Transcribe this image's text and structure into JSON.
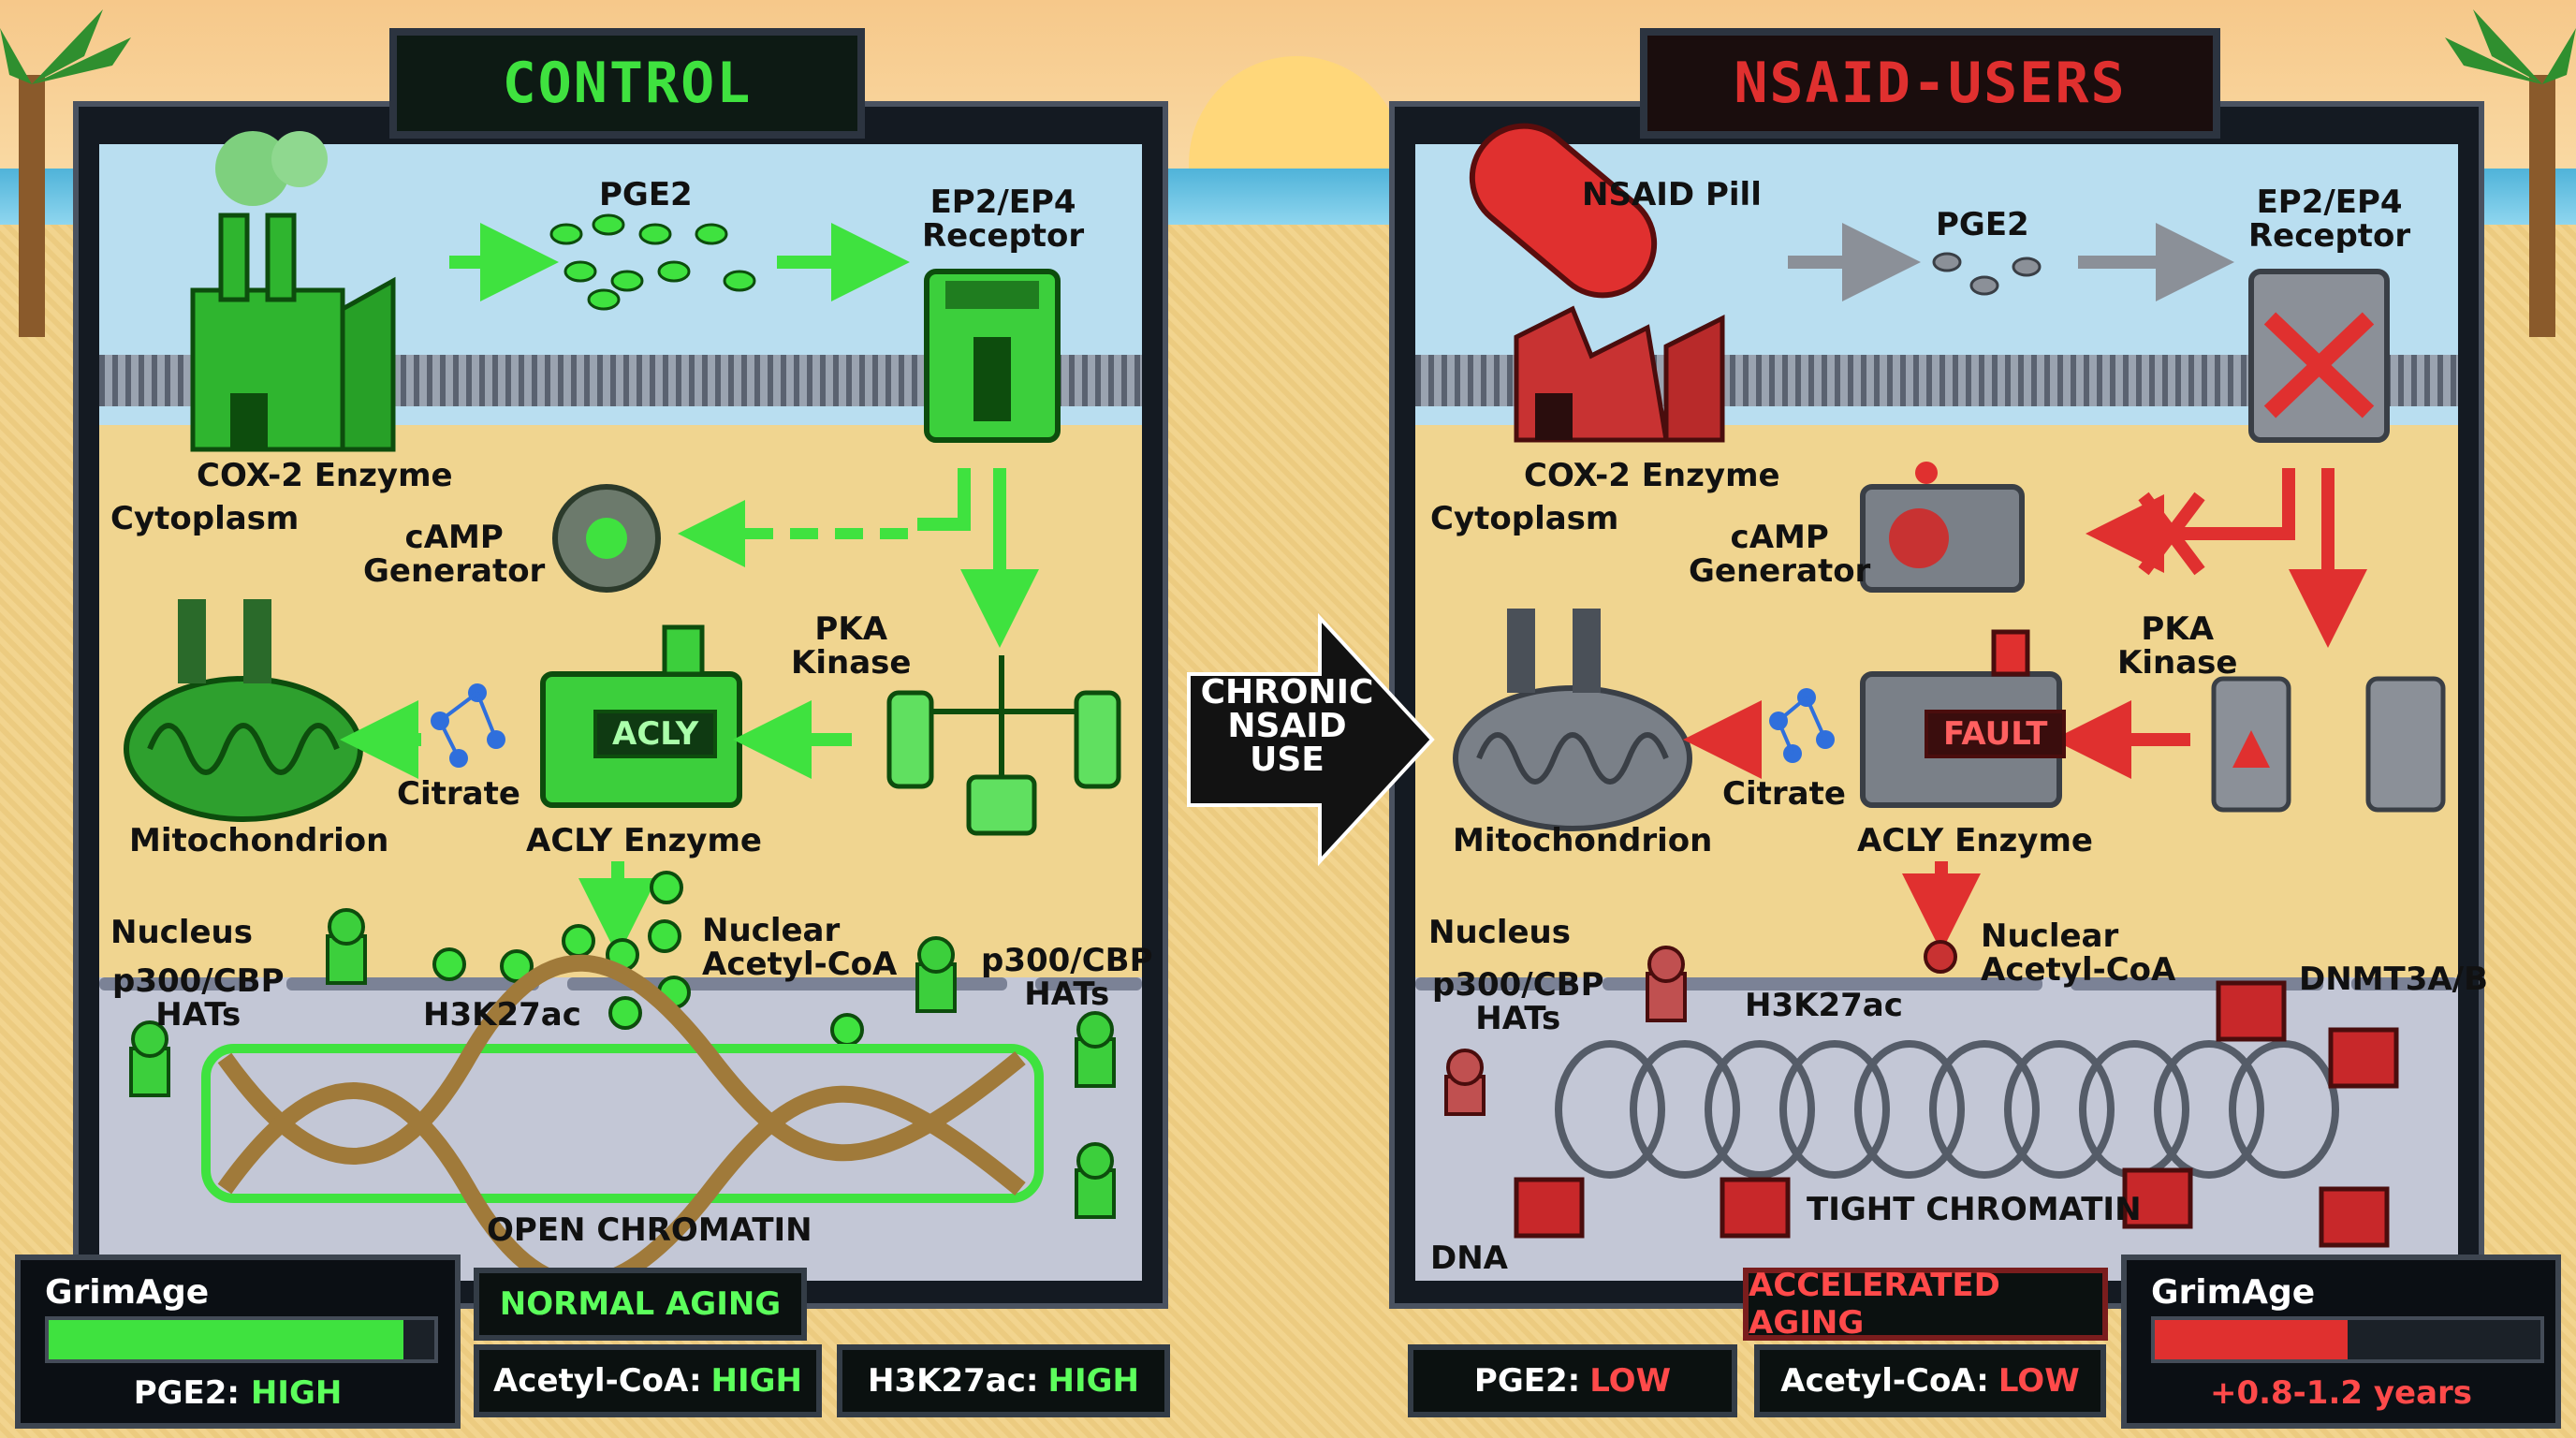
{
  "colors": {
    "control": "#3fe23f",
    "nsaid": "#e0302f",
    "neutral": "#808890",
    "control_text": "#55ff55",
    "nsaid_text": "#ff4040"
  },
  "center": {
    "label": "CHRONIC\nNSAID\nUSE"
  },
  "control": {
    "title": "CONTROL",
    "cox2": "COX-2 Enzyme",
    "pge2": "PGE2",
    "receptor": "EP2/EP4\nReceptor",
    "cytoplasm": "Cytoplasm",
    "camp": "cAMP\nGenerator",
    "pka": "PKA\nKinase",
    "acly_screen": "ACLY",
    "acly": "ACLY Enzyme",
    "citrate": "Citrate",
    "mito": "Mitochondrion",
    "nucleus": "Nucleus",
    "hats_left": "p300/CBP\nHATs",
    "h3k27ac": "H3K27ac",
    "nuclear_acoa": "Nuclear\nAcetyl-CoA",
    "hats_right": "p300/CBP\nHATs",
    "chromatin": "OPEN CHROMATIN"
  },
  "nsaid": {
    "title": "NSAID-USERS",
    "pill": "NSAID Pill",
    "cox2": "COX-2 Enzyme",
    "pge2": "PGE2",
    "receptor": "EP2/EP4\nReceptor",
    "cytoplasm": "Cytoplasm",
    "camp": "cAMP\nGenerator",
    "pka": "PKA\nKinase",
    "acly_screen": "FAULT",
    "acly": "ACLY Enzyme",
    "citrate": "Citrate",
    "mito": "Mitochondrion",
    "nucleus": "Nucleus",
    "hats": "p300/CBP\nHATs",
    "h3k27ac": "H3K27ac",
    "nuclear_acoa": "Nuclear\nAcetyl-CoA",
    "dnmt": "DNMT3A/B",
    "chromatin": "TIGHT CHROMATIN",
    "dna": "DNA"
  },
  "stats": {
    "grim_left": {
      "name": "GrimAge",
      "key": "PGE2:",
      "val": "HIGH",
      "level": 0.92
    },
    "normal_aging": "NORMAL AGING",
    "acoa_left": {
      "key": "Acetyl-CoA:",
      "val": "HIGH"
    },
    "h3_left": {
      "key": "H3K27ac:",
      "val": "HIGH"
    },
    "pge2_right": {
      "key": "PGE2:",
      "val": "LOW"
    },
    "accel_aging": "ACCELERATED AGING",
    "acoa_right": {
      "key": "Acetyl-CoA:",
      "val": "LOW"
    },
    "grim_right": {
      "name": "GrimAge",
      "sub": "+0.8-1.2 years",
      "level": 0.5
    }
  }
}
